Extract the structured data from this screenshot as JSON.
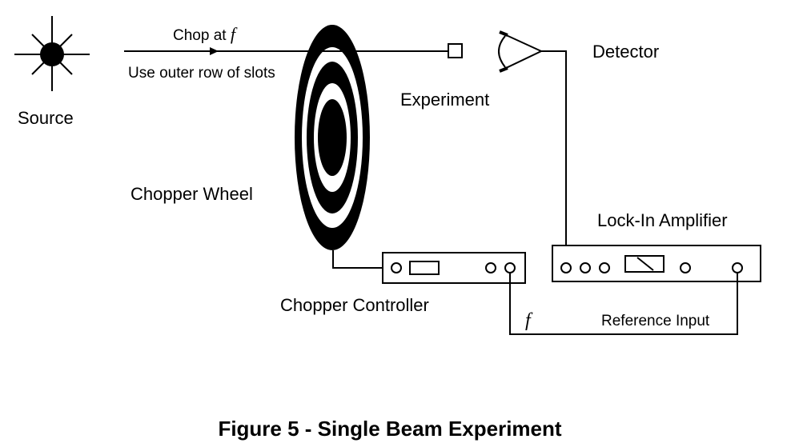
{
  "labels": {
    "source": "Source",
    "chop_at": "Chop at",
    "freq_symbol": "f",
    "outer_row": "Use outer row of slots",
    "experiment": "Experiment",
    "detector": "Detector",
    "chopper_wheel": "Chopper Wheel",
    "lock_in_amplifier": "Lock-In Amplifier",
    "chopper_controller": "Chopper Controller",
    "reference_input": "Reference Input"
  },
  "caption": "Figure 5 - Single Beam Experiment"
}
